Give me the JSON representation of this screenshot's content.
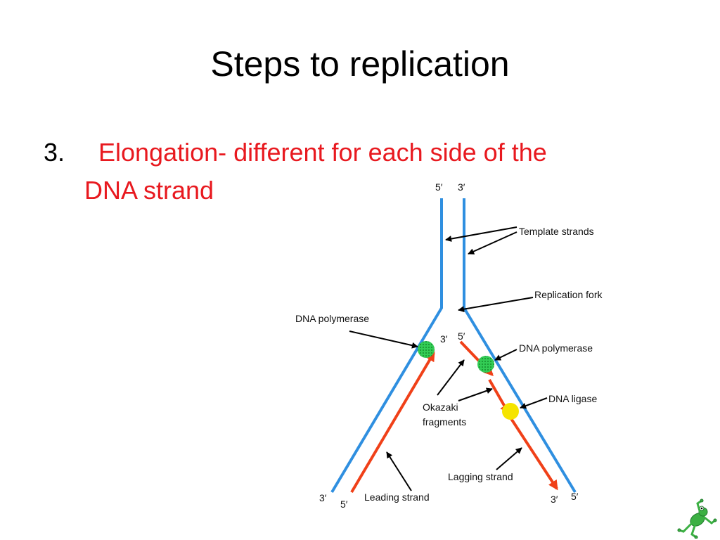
{
  "slide": {
    "title": "Steps to replication",
    "bullet_number": "3.",
    "bullet_line1": "Elongation- different for each side of the",
    "bullet_line2": "DNA strand"
  },
  "diagram": {
    "labels": {
      "top_left_end": "5′",
      "top_right_end": "3′",
      "template_strands": "Template strands",
      "replication_fork": "Replication fork",
      "dna_polymerase_left": "DNA polymerase",
      "dna_polymerase_right": "DNA polymerase",
      "dna_ligase": "DNA ligase",
      "okazaki_line1": "Okazaki",
      "okazaki_line2": "fragments",
      "leading_strand": "Leading strand",
      "lagging_strand": "Lagging strand",
      "fork_left_inner_end": "3′",
      "fork_right_inner_end": "5′",
      "bottom_left_outer": "3′",
      "bottom_left_inner": "5′",
      "bottom_right_inner": "3′",
      "bottom_right_outer": "5′"
    },
    "colors": {
      "template_strand": "#2f8fe0",
      "new_strand": "#f04018",
      "polymerase": "#22bb44",
      "ligase": "#f5e400",
      "arrow": "#000000"
    }
  },
  "logo": {
    "icon": "frog-icon",
    "color": "#3cb043"
  }
}
